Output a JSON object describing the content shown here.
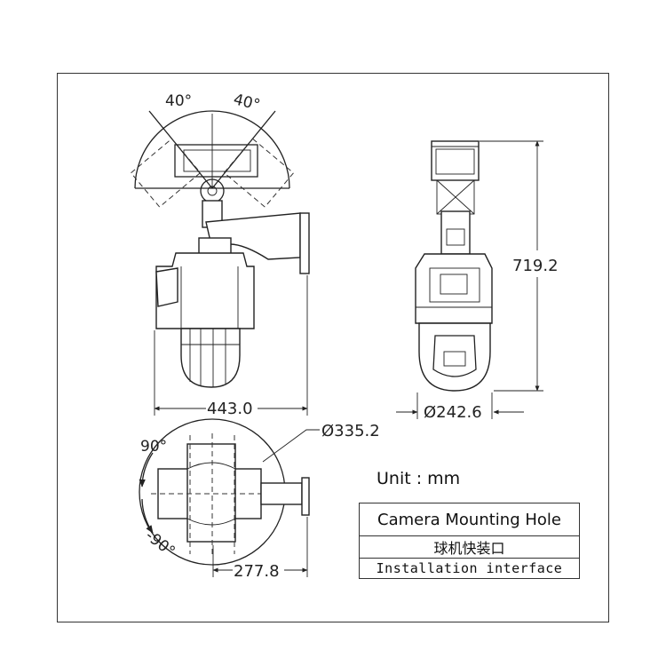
{
  "side_view": {
    "tilt_left": "40°",
    "tilt_right": "40°",
    "width_dim": "443.0"
  },
  "front_view": {
    "height_dim": "719.2",
    "diameter_dim": "Ø242.6"
  },
  "top_view": {
    "pan_top": "90°",
    "pan_bottom": "-90°",
    "diameter_dim": "Ø335.2",
    "length_dim": "277.8"
  },
  "unit": "Unit : mm",
  "legend": {
    "title": "Camera Mounting Hole",
    "chinese": "球机快装口",
    "english": "Installation interface"
  }
}
